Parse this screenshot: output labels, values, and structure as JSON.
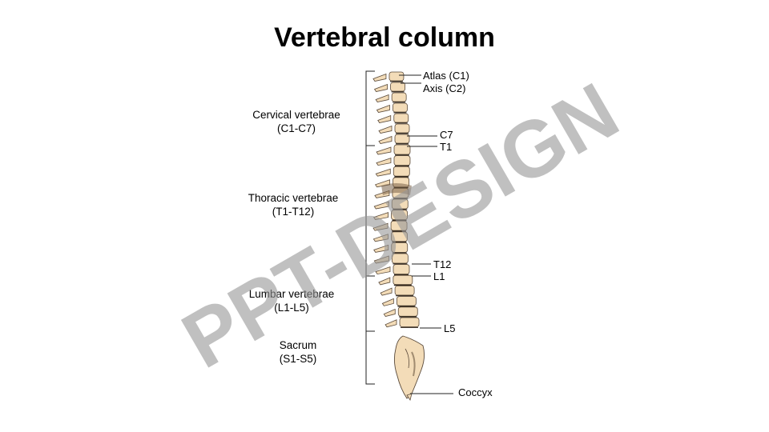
{
  "title": "Vertebral column",
  "regions": [
    {
      "name": "Cervical vertebrae",
      "range": "(C1-C7)"
    },
    {
      "name": "Thoracic vertebrae",
      "range": "(T1-T12)"
    },
    {
      "name": "Lumbar vertebrae",
      "range": "(L1-L5)"
    },
    {
      "name": "Sacrum",
      "range": "(S1-S5)"
    }
  ],
  "point_labels": [
    "Atlas (C1)",
    "Axis (C2)",
    "C7",
    "T1",
    "T12",
    "L1",
    "L5",
    "Coccyx"
  ],
  "watermark": "PPT-DESIGN",
  "colors": {
    "bone": "#f3dcb8",
    "bone_outline": "#5a4a3a",
    "watermark": "#969696"
  }
}
